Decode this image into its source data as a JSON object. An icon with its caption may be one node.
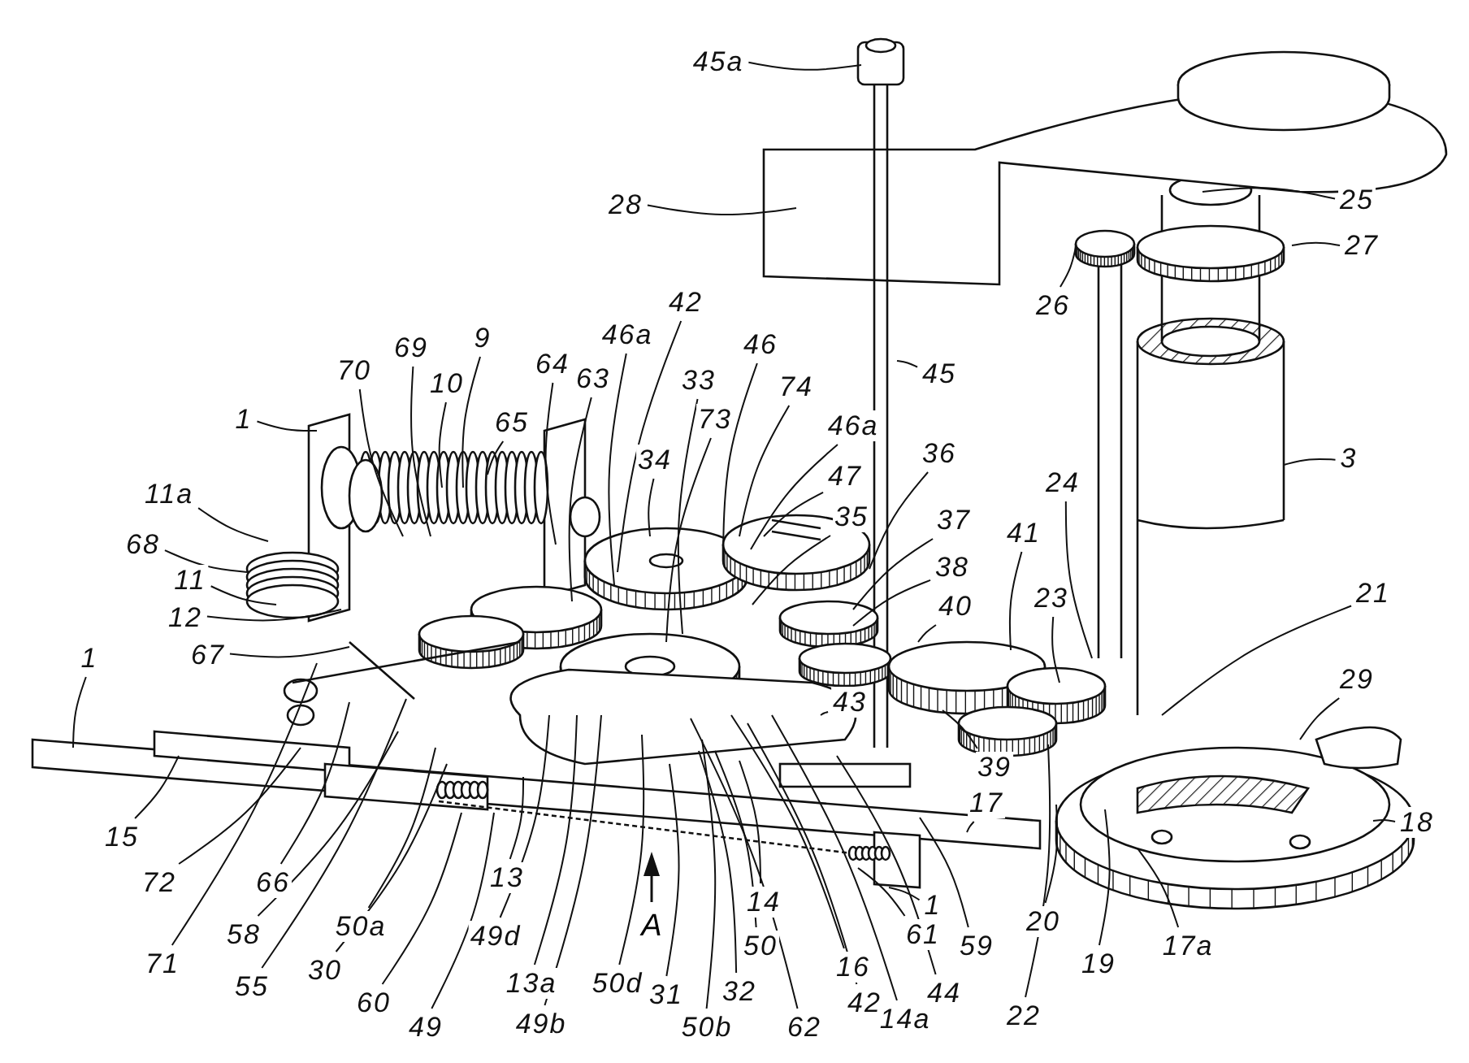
{
  "diagram": {
    "nodes": [
      {
        "text": [
          "45a"
        ]
      },
      {
        "text": [
          "28"
        ]
      },
      {
        "text": [
          "25"
        ]
      },
      {
        "text": [
          "27"
        ]
      },
      {
        "text": [
          "26"
        ]
      },
      {
        "text": [
          "42"
        ]
      },
      {
        "text": [
          "9"
        ]
      },
      {
        "text": [
          "46a"
        ]
      },
      {
        "text": [
          "46"
        ]
      },
      {
        "text": [
          "69"
        ]
      },
      {
        "text": [
          "70"
        ]
      },
      {
        "text": [
          "64"
        ]
      },
      {
        "text": [
          "45"
        ]
      },
      {
        "text": [
          "63"
        ]
      },
      {
        "text": [
          "10"
        ]
      },
      {
        "text": [
          "33"
        ]
      },
      {
        "text": [
          "74"
        ]
      },
      {
        "text": [
          "73"
        ]
      },
      {
        "text": [
          "1"
        ]
      },
      {
        "text": [
          "65"
        ]
      },
      {
        "text": [
          "46a"
        ]
      },
      {
        "text": [
          "36"
        ]
      },
      {
        "text": [
          "3"
        ]
      },
      {
        "text": [
          "34"
        ]
      },
      {
        "text": [
          "47"
        ]
      },
      {
        "text": [
          "24"
        ]
      },
      {
        "text": [
          "11a"
        ]
      },
      {
        "text": [
          "35"
        ]
      },
      {
        "text": [
          "37"
        ]
      },
      {
        "text": [
          "41"
        ]
      },
      {
        "text": [
          "68"
        ]
      },
      {
        "text": [
          "38"
        ]
      },
      {
        "text": [
          "11"
        ]
      },
      {
        "text": [
          "23"
        ]
      },
      {
        "text": [
          "21"
        ]
      },
      {
        "text": [
          "40"
        ]
      },
      {
        "text": [
          "12"
        ]
      },
      {
        "text": [
          "67"
        ]
      },
      {
        "text": [
          "1"
        ]
      },
      {
        "text": [
          "29"
        ]
      },
      {
        "text": [
          "43"
        ]
      },
      {
        "text": [
          "39"
        ]
      },
      {
        "text": [
          "17"
        ]
      },
      {
        "text": [
          "18"
        ]
      },
      {
        "text": [
          "15"
        ]
      },
      {
        "text": [
          "72"
        ]
      },
      {
        "text": [
          "66"
        ]
      },
      {
        "text": [
          "13"
        ]
      },
      {
        "text": [
          "1"
        ]
      },
      {
        "text": [
          "14"
        ]
      },
      {
        "text": [
          "20"
        ]
      },
      {
        "text": [
          "50a"
        ]
      },
      {
        "text": [
          "58"
        ]
      },
      {
        "text": [
          "61"
        ]
      },
      {
        "text": [
          "49d"
        ]
      },
      {
        "text": [
          "59"
        ]
      },
      {
        "text": [
          "50"
        ]
      },
      {
        "text": [
          "17a"
        ]
      },
      {
        "text": [
          "71"
        ]
      },
      {
        "text": [
          "19"
        ]
      },
      {
        "text": [
          "44"
        ]
      },
      {
        "text": [
          "30"
        ]
      },
      {
        "text": [
          "16"
        ]
      },
      {
        "text": [
          "13a"
        ]
      },
      {
        "text": [
          "50d"
        ]
      },
      {
        "text": [
          "55"
        ]
      },
      {
        "text": [
          "32"
        ]
      },
      {
        "text": [
          "31"
        ]
      },
      {
        "text": [
          "42"
        ]
      },
      {
        "text": [
          "60"
        ]
      },
      {
        "text": [
          "22"
        ]
      },
      {
        "text": [
          "14a"
        ]
      },
      {
        "text": [
          "49b"
        ]
      },
      {
        "text": [
          "49"
        ]
      },
      {
        "text": [
          "50b"
        ]
      },
      {
        "text": [
          "62"
        ]
      }
    ],
    "edges": [
      {
        "from": 0,
        "to": null,
        "arrow": "none"
      },
      {
        "from": 1,
        "to": null,
        "arrow": "none"
      },
      {
        "from": 2,
        "to": null,
        "arrow": "none"
      },
      {
        "from": 3,
        "to": null,
        "arrow": "none"
      },
      {
        "from": 4,
        "to": null,
        "arrow": "none"
      },
      {
        "from": 5,
        "to": null,
        "arrow": "none"
      },
      {
        "from": 6,
        "to": null,
        "arrow": "none"
      },
      {
        "from": 7,
        "to": null,
        "arrow": "none"
      },
      {
        "from": 8,
        "to": null,
        "arrow": "none"
      },
      {
        "from": 9,
        "to": null,
        "arrow": "none"
      },
      {
        "from": 10,
        "to": null,
        "arrow": "none"
      },
      {
        "from": 11,
        "to": null,
        "arrow": "none"
      },
      {
        "from": 12,
        "to": null,
        "arrow": "none"
      },
      {
        "from": 13,
        "to": null,
        "arrow": "none"
      },
      {
        "from": 14,
        "to": null,
        "arrow": "none"
      },
      {
        "from": 15,
        "to": null,
        "arrow": "none"
      },
      {
        "from": 16,
        "to": null,
        "arrow": "none"
      },
      {
        "from": 17,
        "to": null,
        "arrow": "none"
      },
      {
        "from": 18,
        "to": null,
        "arrow": "none"
      },
      {
        "from": 19,
        "to": null,
        "arrow": "none"
      },
      {
        "from": 20,
        "to": null,
        "arrow": "none"
      },
      {
        "from": 21,
        "to": null,
        "arrow": "none"
      },
      {
        "from": 22,
        "to": null,
        "arrow": "none"
      },
      {
        "from": 23,
        "to": null,
        "arrow": "none"
      },
      {
        "from": 24,
        "to": null,
        "arrow": "none"
      },
      {
        "from": 25,
        "to": null,
        "arrow": "none"
      },
      {
        "from": 26,
        "to": null,
        "arrow": "none"
      },
      {
        "from": 27,
        "to": null,
        "arrow": "none"
      },
      {
        "from": 28,
        "to": null,
        "arrow": "none"
      },
      {
        "from": 29,
        "to": null,
        "arrow": "none"
      },
      {
        "from": 30,
        "to": null,
        "arrow": "none"
      },
      {
        "from": 31,
        "to": null,
        "arrow": "none"
      },
      {
        "from": 32,
        "to": null,
        "arrow": "none"
      },
      {
        "from": 33,
        "to": null,
        "arrow": "none"
      },
      {
        "from": 34,
        "to": null,
        "arrow": "none"
      },
      {
        "from": 35,
        "to": null,
        "arrow": "none"
      },
      {
        "from": 36,
        "to": null,
        "arrow": "none"
      },
      {
        "from": 37,
        "to": null,
        "arrow": "none"
      },
      {
        "from": 38,
        "to": null,
        "arrow": "none"
      },
      {
        "from": 39,
        "to": null,
        "arrow": "none"
      },
      {
        "from": 40,
        "to": null,
        "arrow": "none"
      },
      {
        "from": 41,
        "to": null,
        "arrow": "none"
      },
      {
        "from": 42,
        "to": null,
        "arrow": "none"
      },
      {
        "from": 43,
        "to": null,
        "arrow": "none"
      },
      {
        "from": 44,
        "to": null,
        "arrow": "none"
      },
      {
        "from": 45,
        "to": null,
        "arrow": "none"
      },
      {
        "from": 46,
        "to": null,
        "arrow": "none"
      },
      {
        "from": 47,
        "to": null,
        "arrow": "none"
      },
      {
        "from": 48,
        "to": null,
        "arrow": "none"
      },
      {
        "from": 49,
        "to": null,
        "arrow": "none"
      },
      {
        "from": 50,
        "to": null,
        "arrow": "none"
      },
      {
        "from": 51,
        "to": null,
        "arrow": "none"
      },
      {
        "from": 52,
        "to": null,
        "arrow": "none"
      },
      {
        "from": 53,
        "to": null,
        "arrow": "none"
      },
      {
        "from": 54,
        "to": null,
        "arrow": "none"
      },
      {
        "from": 55,
        "to": null,
        "arrow": "none"
      },
      {
        "from": 56,
        "to": null,
        "arrow": "none"
      },
      {
        "from": 57,
        "to": null,
        "arrow": "none"
      },
      {
        "from": 58,
        "to": null,
        "arrow": "none"
      },
      {
        "from": 59,
        "to": null,
        "arrow": "none"
      },
      {
        "from": 60,
        "to": null,
        "arrow": "none"
      },
      {
        "from": 61,
        "to": null,
        "arrow": "none"
      },
      {
        "from": 62,
        "to": null,
        "arrow": "none"
      },
      {
        "from": 63,
        "to": null,
        "arrow": "none"
      },
      {
        "from": 64,
        "to": null,
        "arrow": "none"
      },
      {
        "from": 65,
        "to": null,
        "arrow": "none"
      },
      {
        "from": 66,
        "to": null,
        "arrow": "none"
      },
      {
        "from": 67,
        "to": null,
        "arrow": "none"
      },
      {
        "from": 68,
        "to": null,
        "arrow": "none"
      },
      {
        "from": 69,
        "to": null,
        "arrow": "none"
      },
      {
        "from": 70,
        "to": null,
        "arrow": "none"
      },
      {
        "from": 71,
        "to": null,
        "arrow": "none"
      },
      {
        "from": 72,
        "to": null,
        "arrow": "none"
      },
      {
        "from": 73,
        "to": null,
        "arrow": "none"
      },
      {
        "from": 74,
        "to": null,
        "arrow": "none"
      },
      {
        "from": 75,
        "to": null,
        "arrow": "none"
      }
    ],
    "labels": [
      "A"
    ]
  }
}
